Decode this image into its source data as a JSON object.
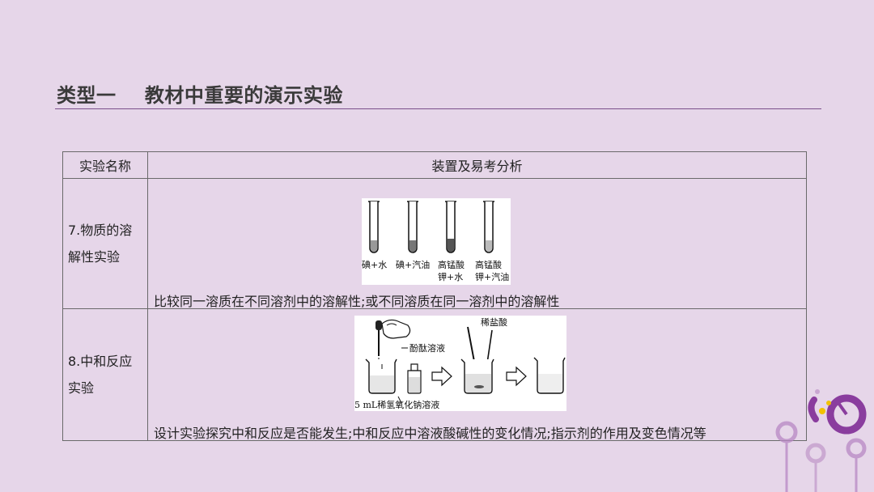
{
  "title": "类型一    教材中重要的演示实验",
  "table": {
    "headers": [
      "实验名称",
      "装置及易考分析"
    ],
    "rows": [
      {
        "name_line1": "7.物质的溶",
        "name_line2": "解性实验",
        "analysis": "比较同一溶质在不同溶剂中的溶解性;或不同溶质在同一溶剂中的溶解性",
        "figure_labels": [
          "碘+水",
          "碘+汽油",
          "高锰酸",
          "钾+水",
          "高锰酸",
          "钾+汽油"
        ]
      },
      {
        "name_line1": "8.中和反应",
        "name_line2": "实验",
        "analysis": "设计实验探究中和反应是否能发生;中和反应中溶液酸碱性的变化情况;指示剂的作用及变色情况等",
        "figure_labels": [
          "酚酞溶液",
          "稀盐酸",
          "5 mL稀氢氧化钠溶液"
        ]
      }
    ]
  },
  "colors": {
    "background": "#e6d6e9",
    "rule": "#7b4f8c",
    "deco_purple": "#8a3d9e",
    "deco_yellow": "#f2c200"
  }
}
